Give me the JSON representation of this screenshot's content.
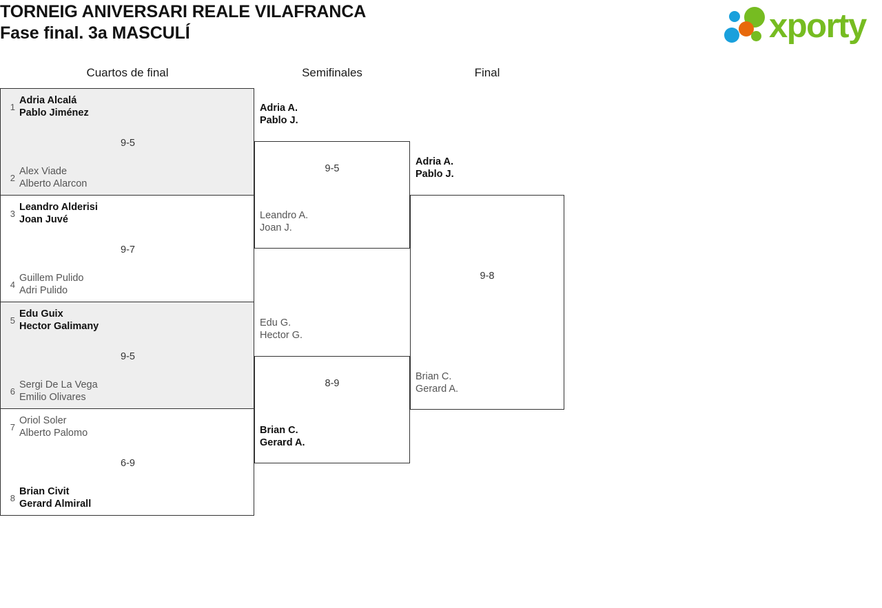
{
  "header": {
    "title_line_1": "TORNEIG ANIVERSARI REALE VILAFRANCA",
    "title_line_2": "Fase final. 3a MASCULÍ",
    "logo_text": "xporty",
    "logo_colors": {
      "green": "#76bc21",
      "orange": "#e8690b",
      "blue": "#19a0dc"
    }
  },
  "rounds": {
    "quarterfinals_label": "Cuartos de final",
    "semifinals_label": "Semifinales",
    "final_label": "Final"
  },
  "style": {
    "shaded_row_bg": "#eeeeee",
    "border_color": "#333333",
    "winner_color": "#111111",
    "loser_color": "#555555"
  },
  "quarterfinals": [
    {
      "shaded": true,
      "score": "9-5",
      "top": {
        "seed": "1",
        "player_1": "Adria Alcalá",
        "player_2": "Pablo Jiménez",
        "result": "winner"
      },
      "bottom": {
        "seed": "2",
        "player_1": "Alex Viade",
        "player_2": "Alberto Alarcon",
        "result": "loser"
      }
    },
    {
      "shaded": false,
      "score": "9-7",
      "top": {
        "seed": "3",
        "player_1": "Leandro Alderisi",
        "player_2": "Joan Juvé",
        "result": "winner"
      },
      "bottom": {
        "seed": "4",
        "player_1": "Guillem Pulido",
        "player_2": "Adri Pulido",
        "result": "loser"
      }
    },
    {
      "shaded": true,
      "score": "9-5",
      "top": {
        "seed": "5",
        "player_1": "Edu Guix",
        "player_2": "Hector Galimany",
        "result": "winner"
      },
      "bottom": {
        "seed": "6",
        "player_1": "Sergi De La Vega",
        "player_2": "Emilio Olivares",
        "result": "loser"
      }
    },
    {
      "shaded": false,
      "score": "6-9",
      "top": {
        "seed": "7",
        "player_1": "Oriol Soler",
        "player_2": "Alberto Palomo",
        "result": "loser"
      },
      "bottom": {
        "seed": "8",
        "player_1": "Brian Civit",
        "player_2": "Gerard Almirall",
        "result": "winner"
      }
    }
  ],
  "semifinals": [
    {
      "score": "9-5",
      "top": {
        "player_1": "Adria A.",
        "player_2": "Pablo J.",
        "result": "winner"
      },
      "bottom": {
        "player_1": "Leandro A.",
        "player_2": "Joan J.",
        "result": "loser"
      }
    },
    {
      "score": "8-9",
      "top": {
        "player_1": "Edu G.",
        "player_2": "Hector G.",
        "result": "loser"
      },
      "bottom": {
        "player_1": "Brian C.",
        "player_2": "Gerard A.",
        "result": "winner"
      }
    }
  ],
  "final": {
    "score": "9-8",
    "top": {
      "player_1": "Adria A.",
      "player_2": "Pablo J.",
      "result": "winner"
    },
    "bottom": {
      "player_1": "Brian C.",
      "player_2": "Gerard A.",
      "result": "loser"
    }
  }
}
